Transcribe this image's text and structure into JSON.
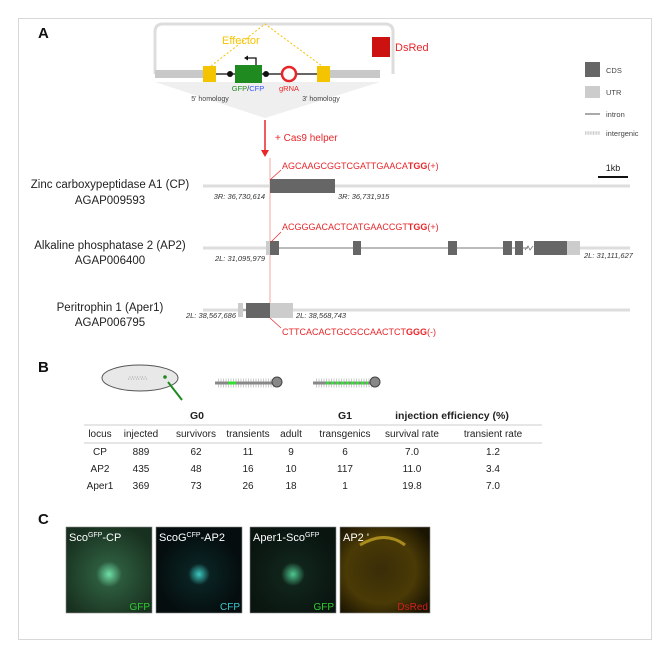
{
  "panel_labels": {
    "a": "A",
    "b": "B",
    "c": "C"
  },
  "construct": {
    "effector": "Effector",
    "dsred": "DsRed",
    "gfp": "GFP",
    "slash": "/",
    "cfp": "CFP",
    "grna": "gRNA",
    "homology5": "5' homology",
    "homology3": "3' homology",
    "cas9": "+ Cas9 helper"
  },
  "legend": {
    "cds": "CDS",
    "utr": "UTR",
    "intron": "intron",
    "intergenic": "intergenic",
    "scale": "1kb"
  },
  "genes": [
    {
      "name": "Zinc carboxypeptidase A1 (CP)",
      "id": "AGAP009593",
      "seq": "AGCAAGCGGTCGATTGAACA",
      "pam": "TGG",
      "strand": "(+)",
      "coord_left": "3R: 36,730,614",
      "coord_right": "3R: 36,731,915"
    },
    {
      "name": "Alkaline phosphatase 2 (AP2)",
      "id": "AGAP006400",
      "seq": "ACGGGACACTCATGAACCGT",
      "pam": "TGG",
      "strand": "(+)",
      "coord_left": "2L: 31,095,979",
      "coord_right": "2L: 31,111,627"
    },
    {
      "name": "Peritrophin 1 (Aper1)",
      "id": "AGAP006795",
      "seq": "CTTCACACTGCGCCAACTCT",
      "pam": "GGG",
      "strand": "(-)",
      "coord_left": "2L: 38,567,686",
      "coord_right": "2L: 38,568,743"
    }
  ],
  "table": {
    "groups": {
      "g0": "G0",
      "g1": "G1",
      "efficiency": "injection efficiency (%)"
    },
    "columns": [
      "locus",
      "injected",
      "survivors",
      "transients",
      "adult",
      "transgenics",
      "survival rate",
      "transient rate"
    ],
    "rows": [
      [
        "CP",
        "889",
        "62",
        "11",
        "9",
        "6",
        "7.0",
        "1.2"
      ],
      [
        "AP2",
        "435",
        "48",
        "16",
        "10",
        "117",
        "11.0",
        "3.4"
      ],
      [
        "Aper1",
        "369",
        "73",
        "26",
        "18",
        "1",
        "19.8",
        "7.0"
      ]
    ]
  },
  "images": [
    {
      "pre": "Sco",
      "sup": "GFP",
      "post": "-CP",
      "channel": "GFP",
      "channel_color": "#2fcc2f"
    },
    {
      "pre": "ScoG",
      "sup": "CFP",
      "post": "-AP2",
      "channel": "CFP",
      "channel_color": "#3cc8d0"
    },
    {
      "pre": "Aper1-Sco",
      "sup": "GFP",
      "post": "",
      "channel": "GFP",
      "channel_color": "#2fcc2f"
    },
    {
      "pre": "AP2 '",
      "sup": "",
      "post": "",
      "channel": "DsRed",
      "channel_color": "#d42020"
    }
  ],
  "colors": {
    "red": "#e8262a",
    "yellow": "#f5c400",
    "green": "#1f8a1f",
    "cds": "#666666",
    "utr": "#cccccc"
  }
}
